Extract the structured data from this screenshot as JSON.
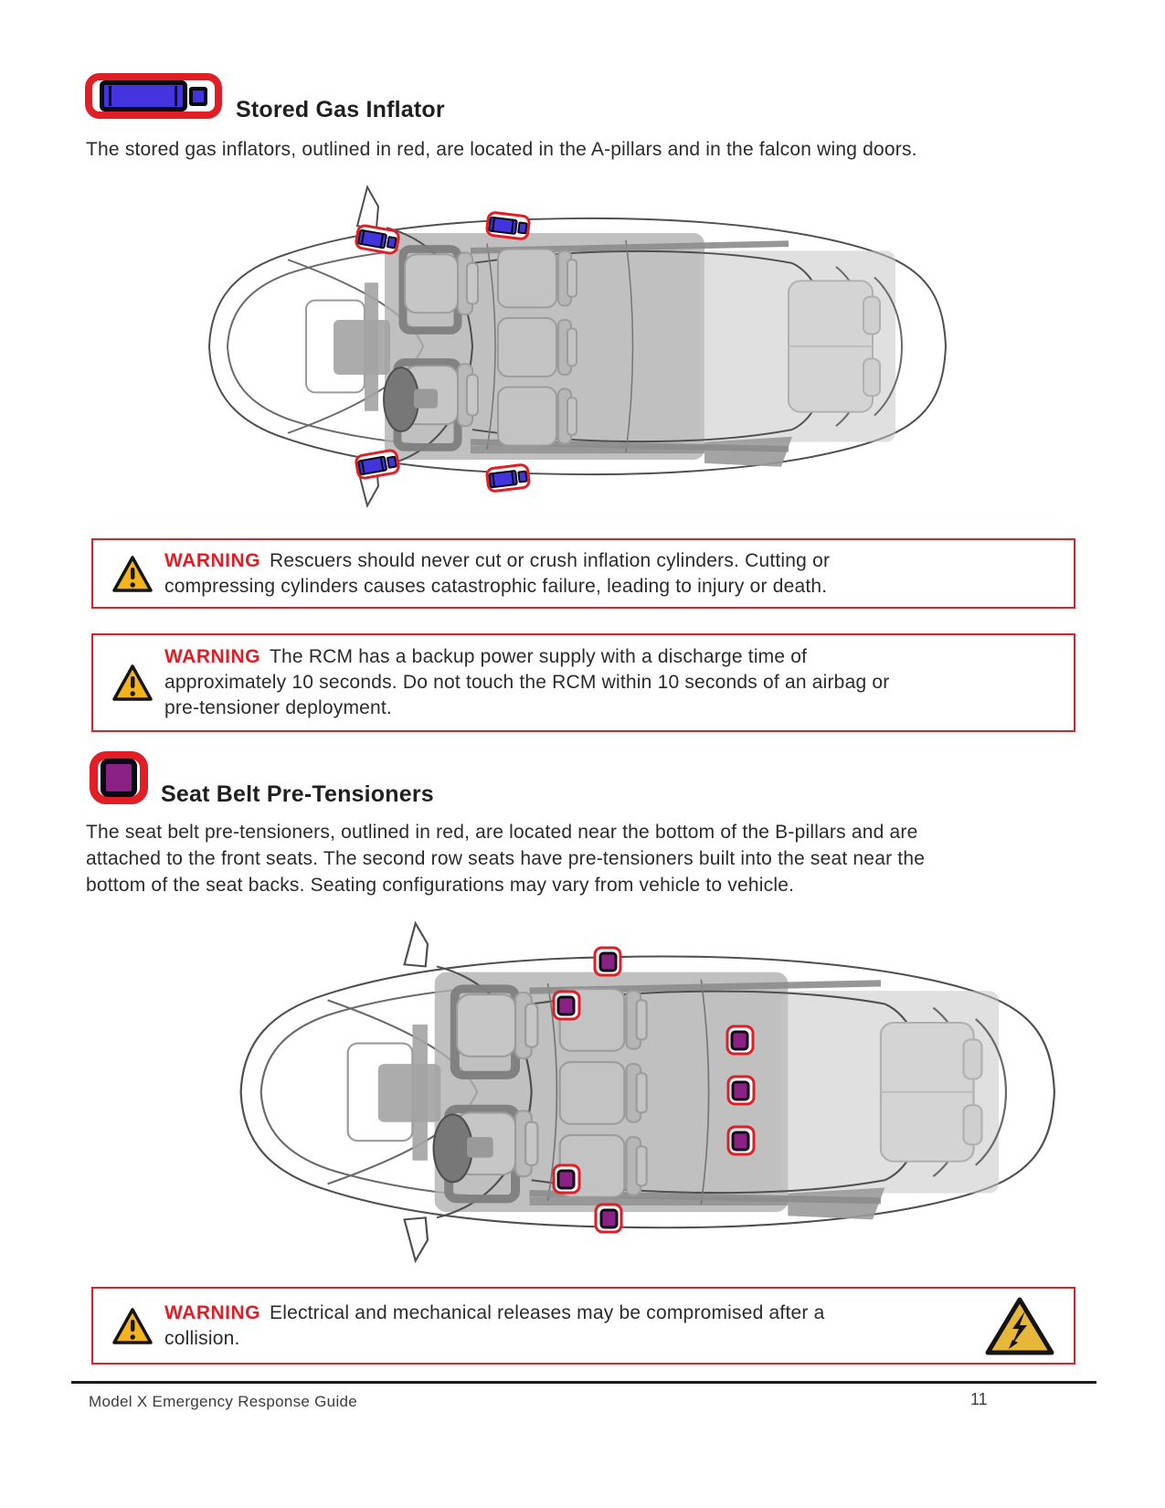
{
  "colors": {
    "accent_red": "#e11d26",
    "inflator_blue": "#4334e0",
    "pretensioner_purple": "#8c2185",
    "warning_yellow": "#f2b31c"
  },
  "sections": [
    {
      "icon": "gas-inflator-cylinder-icon",
      "heading": "Stored Gas Inflator",
      "body": "The stored gas inflators, outlined in red, are located in the A-pillars and in the falcon wing doors."
    },
    {
      "icon": "seat-belt-pretensioner-icon",
      "heading": "Seat Belt Pre-Tensioners",
      "body": "The seat belt pre-tensioners, outlined in red, are located near the bottom of the B-pillars and are\nattached to the front seats. The second row seats have pre-tensioners built into the seat near the\nbottom of the seat backs. Seating configurations may vary from vehicle to vehicle."
    }
  ],
  "warnings": [
    {
      "label": "WARNING",
      "text": "Rescuers should never cut or crush inflation cylinders. Cutting or\ncompressing cylinders causes catastrophic failure, leading to injury or death."
    },
    {
      "label": "WARNING",
      "text": "The RCM has a backup power supply with a discharge time of\napproximately 10 seconds. Do not touch the RCM within 10 seconds of an airbag or\npre-tensioner deployment."
    },
    {
      "label": "WARNING",
      "text": "Electrical and mechanical releases may be compromised after a\ncollision.",
      "right_icon": "high-voltage-triangle-icon"
    }
  ],
  "diagrams": [
    {
      "name": "stored-gas-inflator-locations",
      "marker_type": "inflator",
      "marker_name": "gas-inflator-marker",
      "markers": [
        {
          "x": 23.9,
          "y": 18.2,
          "rot": 10
        },
        {
          "x": 41.1,
          "y": 14.1,
          "rot": 7
        },
        {
          "x": 23.9,
          "y": 85.1,
          "rot": -10
        },
        {
          "x": 41.1,
          "y": 89.1,
          "rot": -7
        }
      ]
    },
    {
      "name": "seat-belt-pretensioner-locations",
      "marker_type": "pretensioner",
      "marker_name": "pretensioner-marker",
      "markers": [
        {
          "x": 47.4,
          "y": 13.0
        },
        {
          "x": 42.6,
          "y": 25.0
        },
        {
          "x": 62.6,
          "y": 34.5
        },
        {
          "x": 62.7,
          "y": 48.3
        },
        {
          "x": 62.7,
          "y": 62.0
        },
        {
          "x": 42.6,
          "y": 72.5
        },
        {
          "x": 47.5,
          "y": 83.3
        }
      ]
    }
  ],
  "footer": {
    "doc_title": "Model X Emergency Response Guide",
    "page_number": "11"
  }
}
